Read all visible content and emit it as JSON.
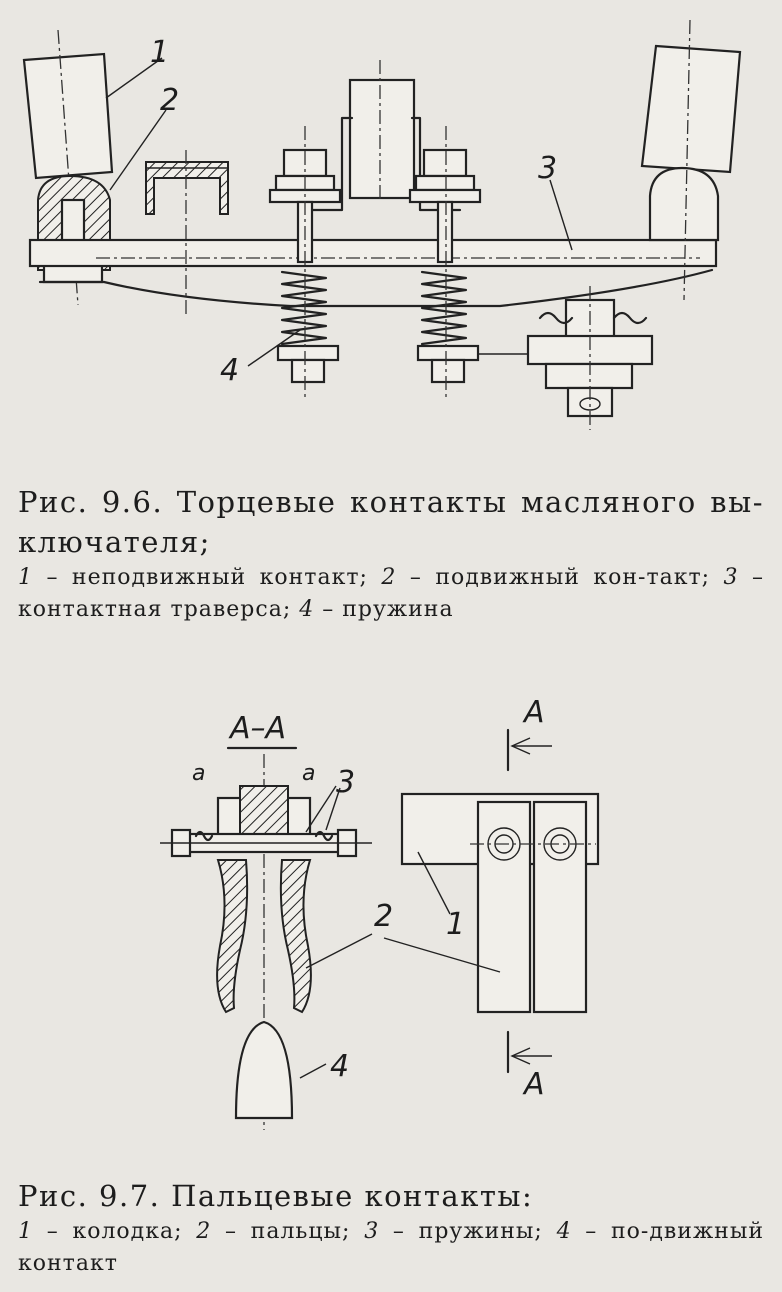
{
  "figure_9_6": {
    "labels": {
      "l1": "1",
      "l2": "2",
      "l3": "3",
      "l4": "4"
    },
    "caption": "Рис. 9.6. Торцевые контакты масляного вы-ключателя;",
    "legend": [
      {
        "num": "1",
        "text": " – неподвижный  контакт;  "
      },
      {
        "num": "2",
        "text": " – подвижный  кон-такт;  "
      },
      {
        "num": "3",
        "text": " – контактная  траверса;  "
      },
      {
        "num": "4",
        "text": " – пружина"
      }
    ]
  },
  "figure_9_7": {
    "section_label": "А–А",
    "labels": {
      "a1": "a",
      "a2": "a",
      "l1": "1",
      "l2": "2",
      "l3": "3",
      "l4": "4",
      "A_top": "А",
      "A_bottom": "А"
    },
    "caption": "Рис. 9.7. Пальцевые контакты:",
    "legend": [
      {
        "num": "1",
        "text": " – колодка;  "
      },
      {
        "num": "2",
        "text": " – пальцы;  "
      },
      {
        "num": "3",
        "text": " – пружины;  "
      },
      {
        "num": "4",
        "text": " – по-движный  контакт"
      }
    ]
  }
}
